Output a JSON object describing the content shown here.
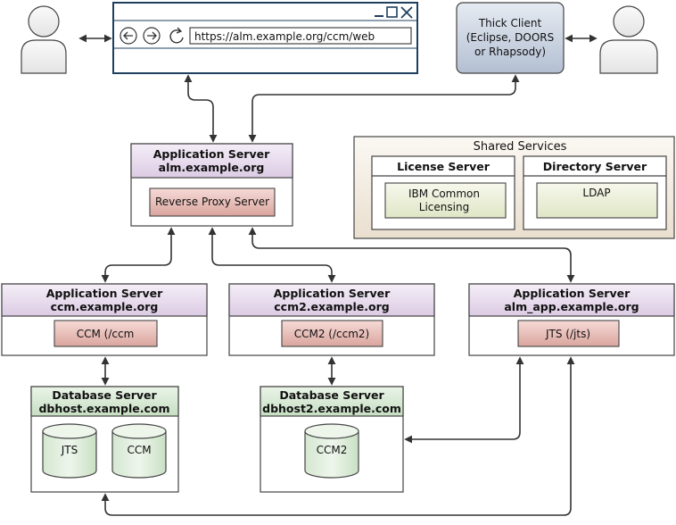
{
  "browser": {
    "url": "https://alm.example.org/ccm/web"
  },
  "thick_client": {
    "lines": [
      "Thick Client",
      "(Eclipse, DOORS",
      "or Rhapsody)"
    ]
  },
  "app_server_main": {
    "title": "Application Server",
    "host": "alm.example.org",
    "component": "Reverse Proxy Server"
  },
  "shared_services": {
    "title": "Shared Services",
    "license": {
      "title": "License Server",
      "lines": [
        "IBM Common",
        "Licensing"
      ]
    },
    "directory": {
      "title": "Directory Server",
      "component": "LDAP"
    }
  },
  "app_ccm": {
    "title": "Application Server",
    "host": "ccm.example.org",
    "component": "CCM (/ccm"
  },
  "app_ccm2": {
    "title": "Application Server",
    "host": "ccm2.example.org",
    "component": "CCM2 (/ccm2)"
  },
  "app_jts": {
    "title": "Application Server",
    "host": "alm_app.example.org",
    "component": "JTS (/jts)"
  },
  "db1": {
    "title": "Database Server",
    "host": "dbhost.example.com",
    "databases": [
      "JTS",
      "CCM"
    ]
  },
  "db2": {
    "title": "Database Server",
    "host": "dbhost2.example.com",
    "databases": [
      "CCM2"
    ]
  },
  "colors": {
    "purple_header": "#e3d6ea",
    "red_component": "#e6b6b0",
    "green_component": "#e9edd6",
    "green_header": "#d2e6cf",
    "shared_bg": "#efe6da",
    "thick_client": "#b8c4d6"
  }
}
